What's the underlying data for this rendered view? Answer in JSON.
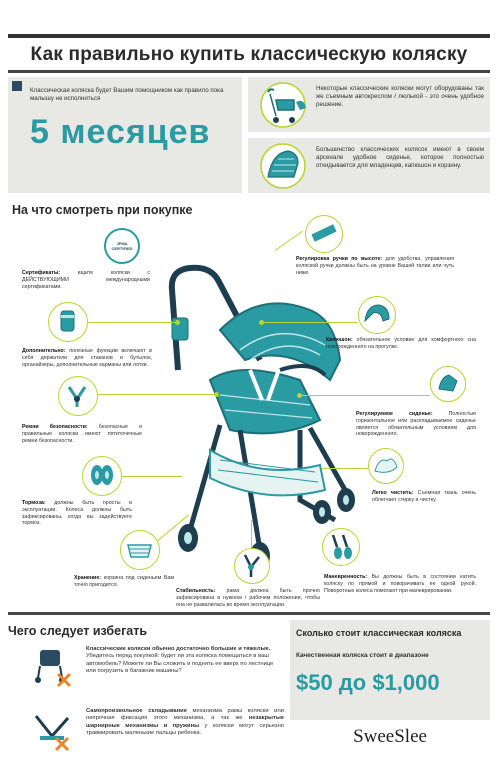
{
  "header": {
    "title": "Как правильно купить классическую коляску"
  },
  "intro": {
    "left_text": "Классическая коляска будет Вашим помощником как правило пока малышу не исполниться",
    "big_value": "5 месяцев",
    "right_top_text": "Некоторые классические коляски могут оборудованы так же съемным автокреслом / люлькой - это очень удобное решение.",
    "right_bottom_text": "Большинство классических колясок имеют в своем арсенале удобное сиденье, которое полностью откидывается для младенцев, капюшон и корзину."
  },
  "buy_section": {
    "title": "На что смотреть при покупке",
    "cert_badge_text": "JPMA CERTIFIED",
    "features": {
      "handle": {
        "title": "Регулировка ручки по высоте:",
        "text": " для удобства, управления коляской ручки должны быть на уровне Вашей талии или чуть ниже."
      },
      "cert": {
        "title": "Сертификаты:",
        "text": " ищите коляски с ДЕЙСТВУЮЩИМИ международными сертификатами."
      },
      "hood": {
        "title": "Капюшон:",
        "text": " обязательное условие для комфортного сна новорожденного на прогулке."
      },
      "extras": {
        "title": "Дополнительно:",
        "text": " полезные функции включают в себя держатели для стаканов и бутылок, органайзеры, дополнительные карманы или лотки."
      },
      "seat": {
        "title": "Регулируемое сиденье:",
        "text": " Полностью горизонтальное или раскладываемое сиденье является обязательным условием для новорожденного."
      },
      "belts": {
        "title": "Ремни безопасности:",
        "text": " безопасные и правильные коляски имеют пятиточечные ремни безопасности."
      },
      "brakes": {
        "title": "Тормоза:",
        "text": " должны быть просты в эксплуатации. Колеса должны быть зафиксированы, когда вы задействуете тормоз."
      },
      "clean": {
        "title": "Легко чистить:",
        "text": " Съемная ткань очень облегчает стирку и чистку."
      },
      "basket": {
        "title": "Хранение:",
        "text": " корзина под сиденьем Вам точно пригодится."
      },
      "stability": {
        "title": "Стабильность:",
        "text": " рама должна быть прочно зафиксирована в нужном / рабочем положении, чтобы она не развалилась во время эксплуатации."
      },
      "maneuver": {
        "title": "Маневренность:",
        "text": " Вы должны быть в состоянии катить коляску по прямой и поворачивать ее одной рукой. Поворотные колеса помогают при маневрировании."
      }
    }
  },
  "avoid": {
    "title": "Чего следует избегать",
    "item1_title": "Классические коляски обычно достаточно большие и тяжелые.",
    "item1_text": "Убедитесь перед покупкой: будет ли эта коляска помещаться в ваш автомобиль? Можете ли Вы сложить и поднять ее вверх по лестнице или погрузить в багажник машины?",
    "item2_bold1": "Самопроизвольное складывание",
    "item2_text1": " механизма рамы коляски или непрочная фиксация этого механизма, а так же ",
    "item2_bold2": "незакрытые шарнирные механизмы и пружины",
    "item2_text2": " у коляски могут серьезно травмировать маленькие пальцы ребенка."
  },
  "price": {
    "title": "Сколько стоит классическая коляска",
    "subtitle": "Качественная коляска стоит в диапазоне",
    "range": "$50 до $1,000"
  },
  "brand": "SweeSlee",
  "colors": {
    "accent": "#2a9aa3",
    "lime": "#b8d430",
    "panel": "#e8e8e4",
    "dark": "#2a4b62"
  }
}
